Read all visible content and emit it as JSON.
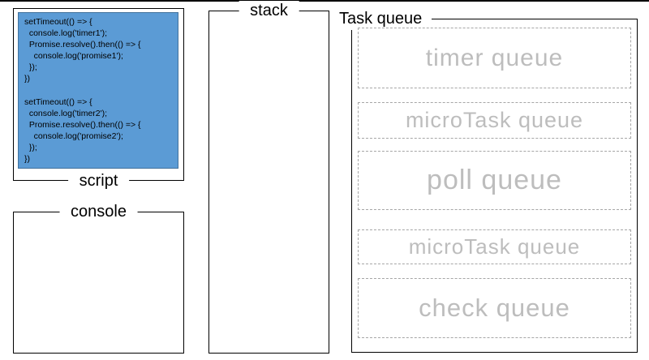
{
  "script_panel": {
    "label": "script",
    "code_1": "setTimeout(() => {\n  console.log('timer1');\n  Promise.resolve().then(() => {\n    console.log('promise1');\n  });\n})",
    "code_2": "setTimeout(() => {\n  console.log('timer2');\n  Promise.resolve().then(() => {\n    console.log('promise2');\n  });\n})"
  },
  "console_panel": {
    "label": "console"
  },
  "stack_panel": {
    "label": "stack"
  },
  "task_queue_panel": {
    "label": "Task queue",
    "queues": [
      {
        "label": "timer queue"
      },
      {
        "label": "microTask queue"
      },
      {
        "label": "poll queue"
      },
      {
        "label": "microTask queue"
      },
      {
        "label": "check queue"
      }
    ]
  },
  "colors": {
    "code_block_bg": "#5b9bd5",
    "code_block_border": "#41719c",
    "queue_border": "#a6a6a6",
    "queue_text": "#bdbdbd",
    "panel_border": "#000000"
  }
}
